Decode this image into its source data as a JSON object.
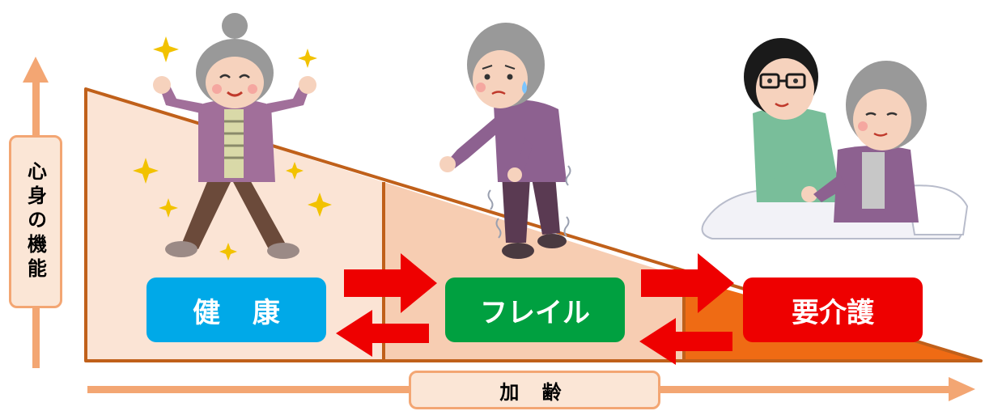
{
  "axes": {
    "vertical_label": "心身の機能",
    "horizontal_label": "加 齢"
  },
  "stages": [
    {
      "label": "健 康",
      "color": "#00a9e8"
    },
    {
      "label": "フレイル",
      "color": "#00a040"
    },
    {
      "label": "要介護",
      "color": "#ee0000"
    }
  ],
  "colors": {
    "axis_arrow": "#f3a673",
    "triangle_outline": "#c0601a",
    "healthy_area": "#fbe4d5",
    "frail_area": "#f7cdb2",
    "care_area": "#ef6b14",
    "transition_arrows": "#ee0000"
  },
  "illustrations": [
    {
      "icon": "elderly-woman-energetic-icon"
    },
    {
      "icon": "elderly-woman-frail-trembling-icon"
    },
    {
      "icon": "caregiver-with-elderly-woman-icon"
    }
  ]
}
